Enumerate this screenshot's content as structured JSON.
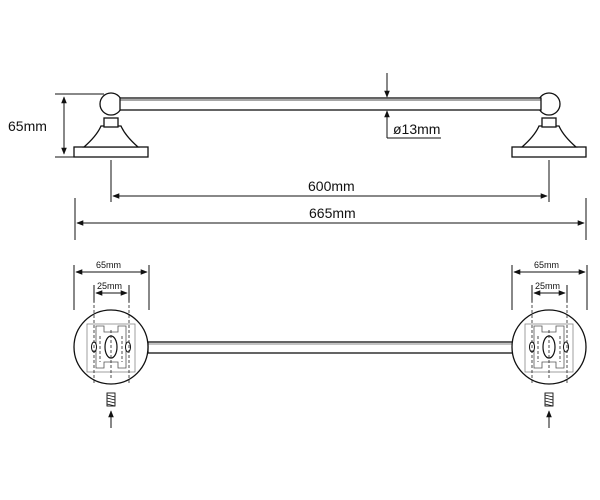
{
  "side_view": {
    "height_label": "65mm",
    "diameter_label": "ø13mm",
    "length_label": "600mm",
    "overall_label": "665mm"
  },
  "top_view": {
    "left_plate_label": "65mm",
    "left_holes_label": "25mm",
    "right_plate_label": "65mm",
    "right_holes_label": "25mm"
  }
}
